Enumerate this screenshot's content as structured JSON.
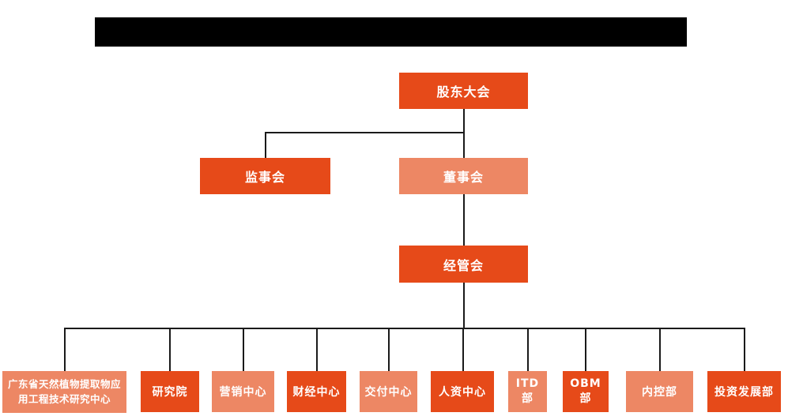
{
  "colors": {
    "box_deep": "#e64a19",
    "box_light": "#ed8764",
    "line": "#1a1a1a",
    "redacted_bar": "#000000",
    "text": "#ffffff",
    "background": "#ffffff"
  },
  "org_chart": {
    "root": {
      "label": "股东大会",
      "variant": "deep"
    },
    "level_2": [
      {
        "label": "监事会",
        "variant": "deep"
      },
      {
        "label": "董事会",
        "variant": "light"
      }
    ],
    "level_3": {
      "label": "经管会",
      "variant": "deep"
    },
    "departments": [
      {
        "label": "广东省天然植物提取物应用工程技术研究中心",
        "variant": "light"
      },
      {
        "label": "研究院",
        "variant": "deep"
      },
      {
        "label": "营销中心",
        "variant": "light"
      },
      {
        "label": "财经中心",
        "variant": "deep"
      },
      {
        "label": "交付中心",
        "variant": "light"
      },
      {
        "label": "人资中心",
        "variant": "deep"
      },
      {
        "label": "ITD部",
        "variant": "light"
      },
      {
        "label": "OBM部",
        "variant": "deep"
      },
      {
        "label": "内控部",
        "variant": "light"
      },
      {
        "label": "投资发展部",
        "variant": "deep"
      }
    ]
  }
}
